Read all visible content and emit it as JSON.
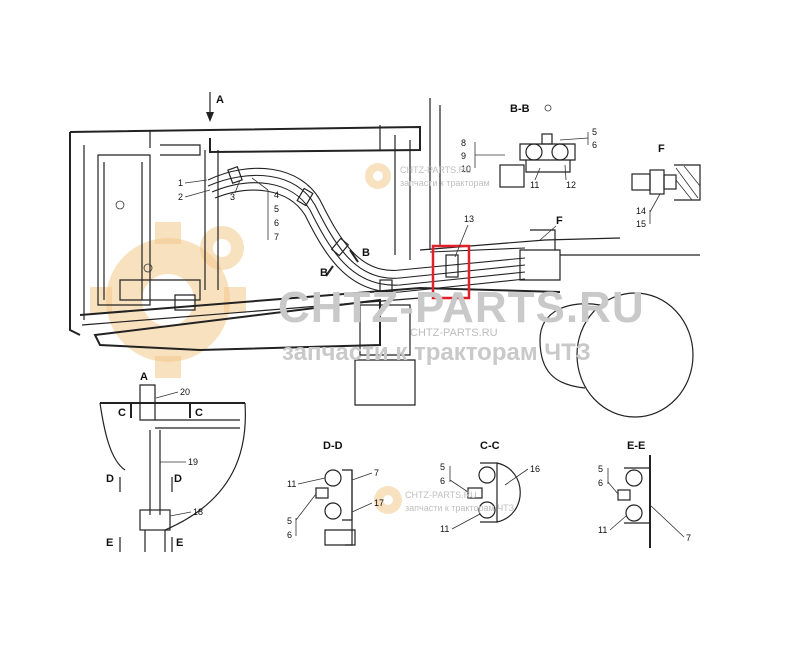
{
  "watermark": {
    "main": "CHTZ-PARTS.RU",
    "mid": "CHTZ-PARTS.RU",
    "sub": "запчасти к тракторам ЧТЗ",
    "small1": "CHTZ-PARTS.RU",
    "small1_sub": "запчасти к тракторам",
    "small2": "CHTZ-PARTS.RU",
    "small2_sub": "запчасти к тракторам ЧТЗ"
  },
  "colors": {
    "highlight": "#e0202a",
    "watermark_gear": "#f3c88a",
    "line": "#222222"
  },
  "main_view": {
    "view_arrow": "A",
    "section_mark_left": "B",
    "section_mark_right": "B",
    "callouts": {
      "c1": "1",
      "c2": "2",
      "c3": "3",
      "c4": "4",
      "c5": "5",
      "c6": "6",
      "c7": "7",
      "c13": "13",
      "cF": "F"
    }
  },
  "section_bb": {
    "title": "B-B",
    "callouts": {
      "c8": "8",
      "c9": "9",
      "c10": "10",
      "c11": "11",
      "c12": "12",
      "c5": "5",
      "c6": "6"
    }
  },
  "view_f": {
    "title": "F",
    "callouts": {
      "c14": "14",
      "c15": "15"
    }
  },
  "view_a": {
    "title": "A",
    "callouts": {
      "c20": "20",
      "c19": "19",
      "c18": "18",
      "cC1": "C",
      "cC2": "C",
      "cD1": "D",
      "cD2": "D",
      "cE1": "E",
      "cE2": "E"
    }
  },
  "section_dd": {
    "title": "D-D",
    "callouts": {
      "c11": "11",
      "c7": "7",
      "c17": "17",
      "c5": "5",
      "c6": "6"
    }
  },
  "section_cc": {
    "title": "C-C",
    "callouts": {
      "c5": "5",
      "c6": "6",
      "c16": "16",
      "c11": "11"
    }
  },
  "section_ee": {
    "title": "E-E",
    "callouts": {
      "c5": "5",
      "c6": "6",
      "c7": "7",
      "c11": "11"
    }
  }
}
